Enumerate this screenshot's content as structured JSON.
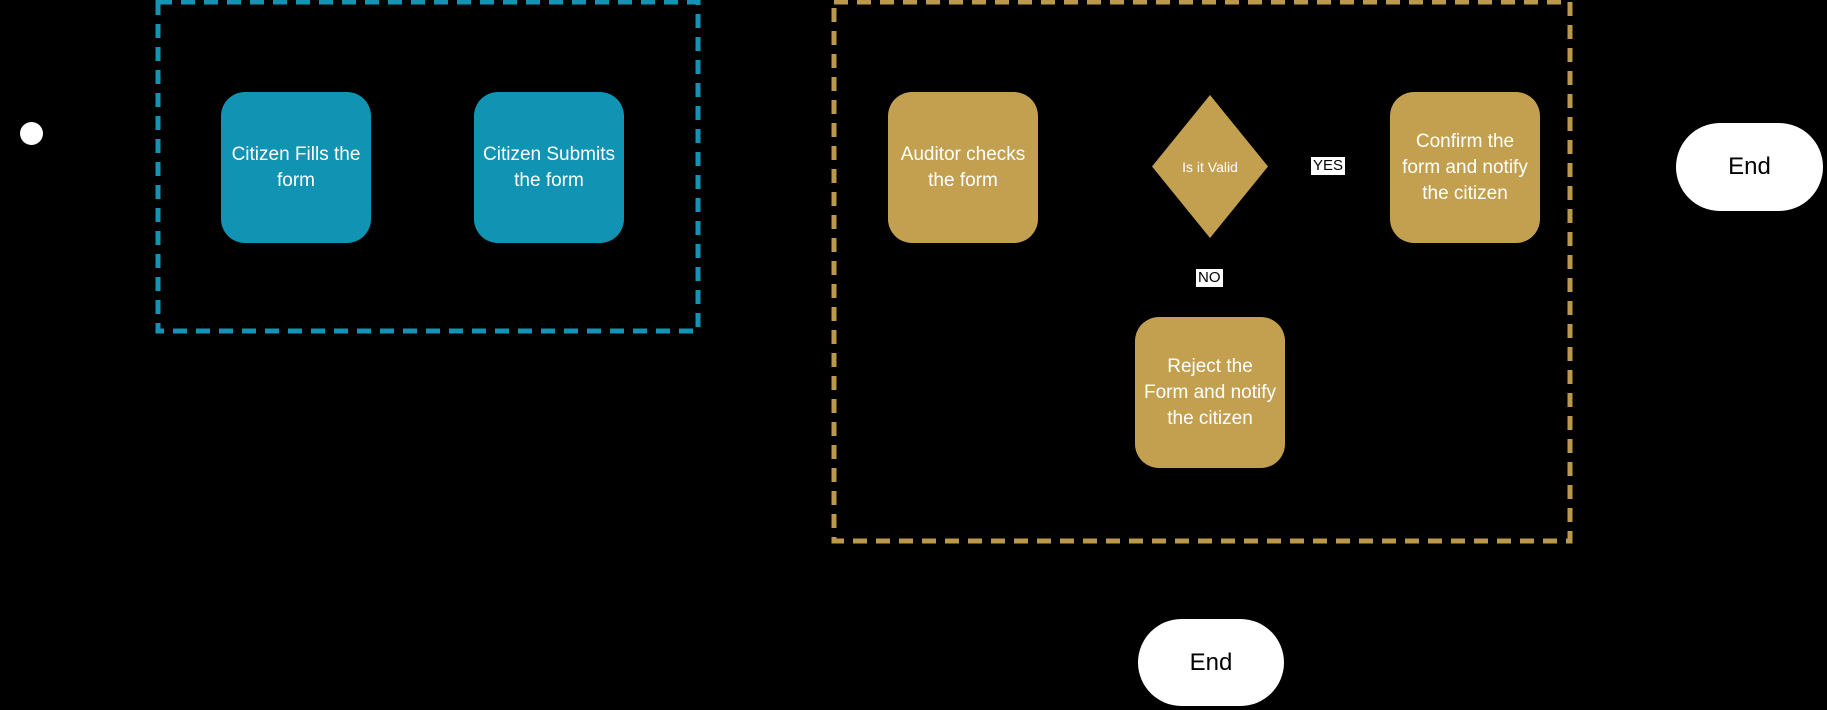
{
  "colors": {
    "canvas_bg": "#000000",
    "teal_fill": "#1193b4",
    "teal_lane": "#1593b5",
    "gold_fill": "#c2a050",
    "gold_lane": "#bc984b",
    "node_text": "#ffffff",
    "event_fill": "#ffffff",
    "end_text": "#000000",
    "label_bg": "#ffffff",
    "label_text": "#000000"
  },
  "diagram": {
    "start": {
      "name": "start-event"
    },
    "lanes": [
      {
        "id": "citizen-group",
        "color_key": "teal_lane"
      },
      {
        "id": "auditor-group",
        "color_key": "gold_lane"
      }
    ],
    "nodes": {
      "fill_form": {
        "label": "Citizen Fills the form"
      },
      "submit_form": {
        "label": "Citizen Submits the form"
      },
      "auditor": {
        "label": "Auditor checks the form"
      },
      "decision": {
        "label": "Is it Valid"
      },
      "confirm": {
        "label": "Confirm the form and notify the citizen"
      },
      "reject": {
        "label": "Reject the Form and notify the citizen"
      },
      "end_right": {
        "label": "End"
      },
      "end_bottom": {
        "label": "End"
      }
    },
    "edge_labels": {
      "yes": "YES",
      "no": "NO"
    }
  }
}
